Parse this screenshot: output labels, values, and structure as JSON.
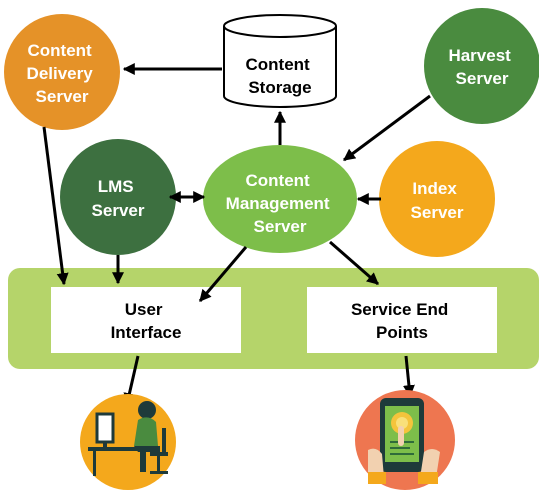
{
  "nodes": {
    "content_delivery_server": {
      "lines": [
        "Content",
        "Delivery",
        "Server"
      ],
      "color": "#E59228"
    },
    "content_storage": {
      "lines": [
        "Content",
        "Storage"
      ]
    },
    "harvest_server": {
      "lines": [
        "Harvest",
        "Server"
      ],
      "color": "#4A8B3F"
    },
    "lms_server": {
      "lines": [
        "LMS",
        "Server"
      ],
      "color": "#3D7040"
    },
    "content_management_server": {
      "lines": [
        "Content",
        "Management",
        "Server"
      ],
      "color": "#7DBE4A"
    },
    "index_server": {
      "lines": [
        "Index",
        "Server"
      ],
      "color": "#F4A81C"
    },
    "user_interface": {
      "lines": [
        "User",
        "Interface"
      ]
    },
    "service_end_points": {
      "lines": [
        "Service End",
        "Points"
      ]
    }
  },
  "colors": {
    "band": "#B5D46A",
    "arrow": "#000000",
    "person_bg": "#F4A81C",
    "phone_bg": "#EE7650"
  },
  "icons": {
    "person_at_desk": "person-at-desk-icon",
    "hand_holding_phone": "hand-holding-phone-icon"
  }
}
